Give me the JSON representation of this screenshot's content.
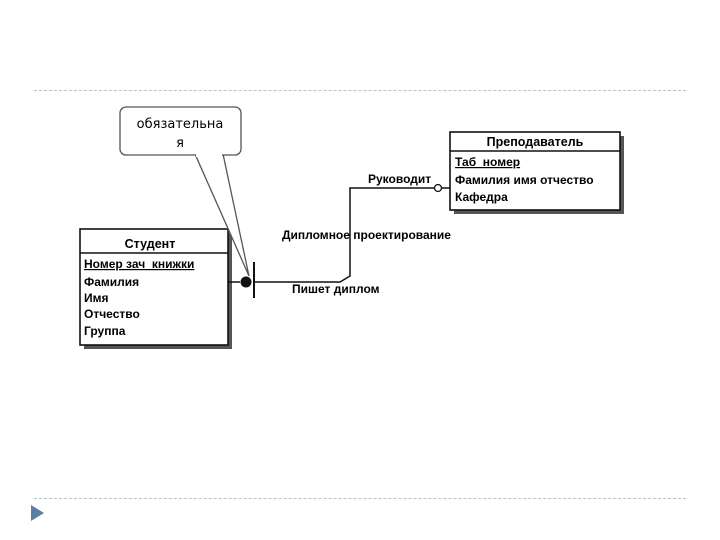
{
  "callout": {
    "line1": "обязательна",
    "line2": "я"
  },
  "entities": {
    "teacher": {
      "title": "Преподаватель",
      "attributes": [
        "Таб_номер",
        "Фамилия имя отчество",
        "Кафедра"
      ]
    },
    "student": {
      "title": "Студент",
      "attributes": [
        "Номер зач_книжки",
        "Фамилия",
        "Имя",
        "Отчество",
        "Группа"
      ]
    }
  },
  "relationship": {
    "name": "Дипломное проектирование",
    "teacher_role": "Руководит",
    "student_role": "Пишет диплом"
  },
  "icons": {
    "nav": "triangle-right-icon"
  },
  "colors": {
    "line": "#111111",
    "rule": "#b9c2cc",
    "nav": "#5a7fa3"
  }
}
